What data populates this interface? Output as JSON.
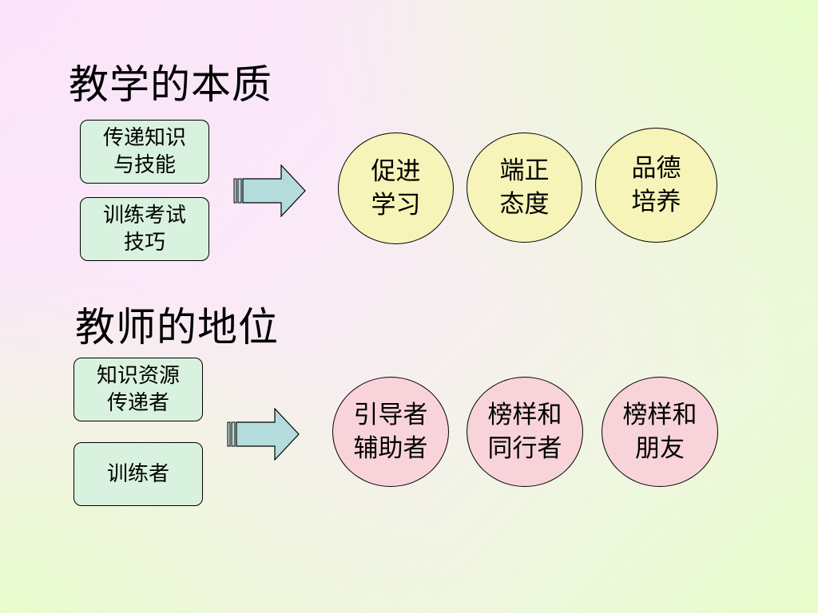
{
  "section1": {
    "title": "教学的本质",
    "boxes": [
      "传递知识\n与技能",
      "训练考试\n技巧"
    ],
    "circles": [
      "促进\n学习",
      "端正\n态度",
      "品德\n培养"
    ]
  },
  "section2": {
    "title": "教师的地位",
    "boxes": [
      "知识资源\n传递者",
      "训练者"
    ],
    "circles": [
      "引导者\n辅助者",
      "榜样和\n同行者",
      "榜样和\n朋友"
    ]
  },
  "colors": {
    "box_fill": "#d9f2df",
    "circle_fill_section1": "#f6f4b8",
    "circle_fill_section2": "#f8d4da",
    "arrow_fill": "#b4dcdc"
  },
  "icons": {
    "arrow": "striped-right-arrow-icon"
  }
}
